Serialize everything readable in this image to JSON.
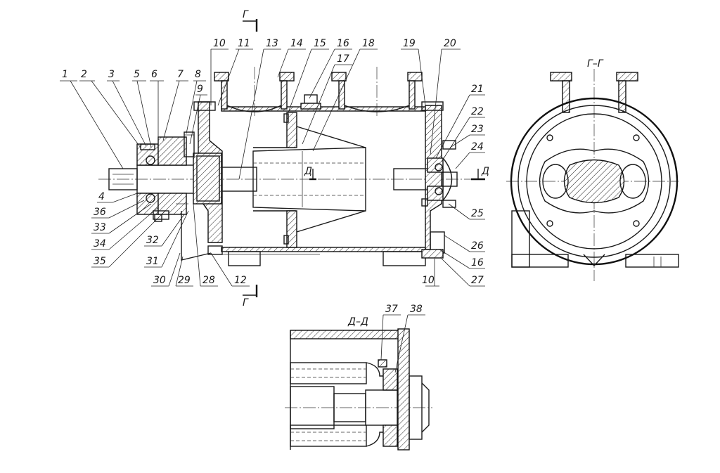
{
  "section_labels": {
    "gg_top": "Г",
    "gg_bottom": "Г",
    "dd_left": "Д",
    "dd_right": "Д",
    "gg_view_title": "Г–Г",
    "dd_view_title": "Д–Д"
  },
  "part_numbers": [
    "1",
    "2",
    "3",
    "5",
    "6",
    "7",
    "8",
    "9",
    "10",
    "11",
    "13",
    "14",
    "15",
    "16",
    "17",
    "18",
    "19",
    "20",
    "21",
    "22",
    "23",
    "24",
    "25",
    "26",
    "16",
    "27",
    "10",
    "12",
    "28",
    "29",
    "30",
    "31",
    "32",
    "35",
    "34",
    "33",
    "36",
    "4",
    "37",
    "38"
  ]
}
